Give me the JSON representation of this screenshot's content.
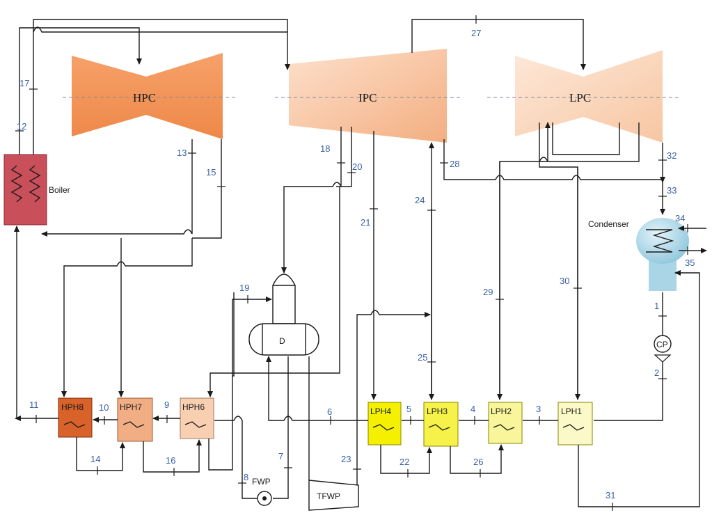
{
  "components": {
    "hpc": "HPC",
    "ipc": "IPC",
    "lpc": "LPC",
    "boiler": "Boiler",
    "condenser": "Condenser",
    "deaerator": "D",
    "cp": "CP",
    "fwp": "FWP",
    "tfwp": "TFWP",
    "hph8": "HPH8",
    "hph7": "HPH7",
    "hph6": "HPH6",
    "lph4": "LPH4",
    "lph3": "LPH3",
    "lph2": "LPH2",
    "lph1": "LPH1"
  },
  "stream_labels": {
    "s1": "1",
    "s2": "2",
    "s3": "3",
    "s4": "4",
    "s5": "5",
    "s6": "6",
    "s7": "7",
    "s8": "8",
    "s9": "9",
    "s10": "10",
    "s11": "11",
    "s12": "12",
    "s13": "13",
    "s14": "14",
    "s15": "15",
    "s16": "16",
    "s17": "17",
    "s18": "18",
    "s19": "19",
    "s20": "20",
    "s21": "21",
    "s22": "22",
    "s23": "23",
    "s24": "24",
    "s25": "25",
    "s26": "26",
    "s27": "27",
    "s28": "28",
    "s29": "29",
    "s30": "30",
    "s31": "31",
    "s32": "32",
    "s33": "33",
    "s34": "34",
    "s35": "35"
  },
  "colors": {
    "hpc": "#f39a5e",
    "ipc": "#f9c6a4",
    "lpc": "#fbdcc6",
    "boiler": "#c9505a",
    "condenser": "#a9d5e6",
    "hph8": "#d9612a",
    "hph7": "#f1ae84",
    "hph6": "#f8cfb0",
    "lph4": "#f4f000",
    "lph3": "#f6f24a",
    "lph2": "#f8f59a",
    "lph1": "#fbf9c7",
    "label": "#3a62a8"
  }
}
